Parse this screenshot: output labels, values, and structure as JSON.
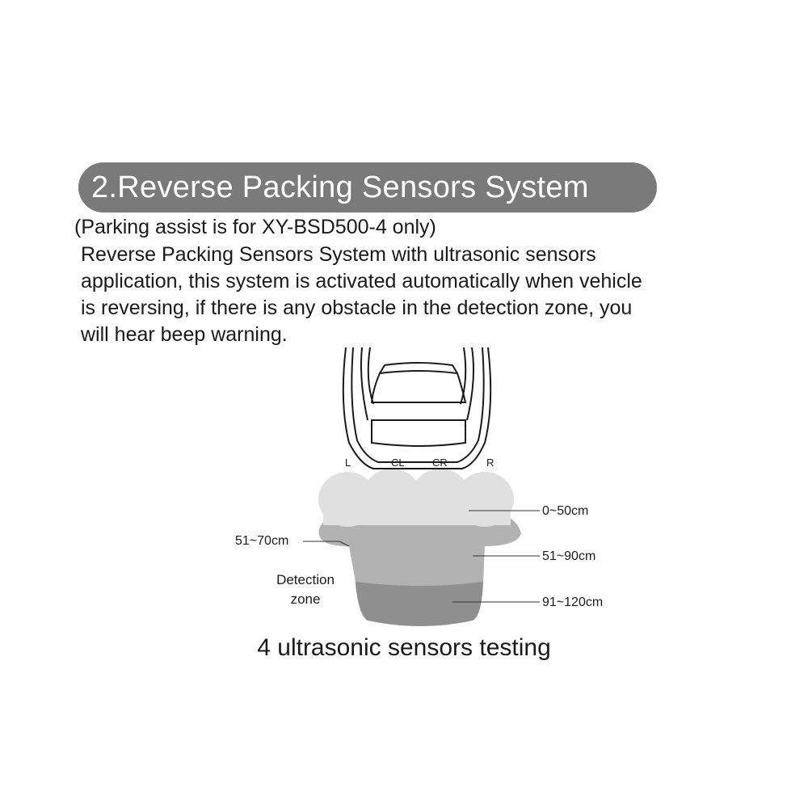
{
  "header": {
    "title": "2.Reverse Packing Sensors System",
    "note": "(Parking assist is for XY-BSD500-4 only)"
  },
  "description": {
    "lines": [
      "Reverse Packing Sensors System with ultrasonic sensors",
      "application, this system is activated automatically when vehicle",
      "is reversing, if there is any obstacle in the detection zone, you",
      "will hear beep warning."
    ]
  },
  "diagram": {
    "sensors": [
      "L",
      "CL",
      "CR",
      "R"
    ],
    "zones": {
      "inner": "0~50cm",
      "middle": "51~90cm",
      "outer": "91~120cm",
      "side": "51~70cm"
    },
    "zone_caption": [
      "Detection",
      "zone"
    ],
    "colors": {
      "inner_zone": "#e0e0e0",
      "middle_zone": "#b2b2b2",
      "outer_zone": "#8f8f8f",
      "banner": "#7a7a7a"
    }
  },
  "caption": "4 ultrasonic sensors testing"
}
